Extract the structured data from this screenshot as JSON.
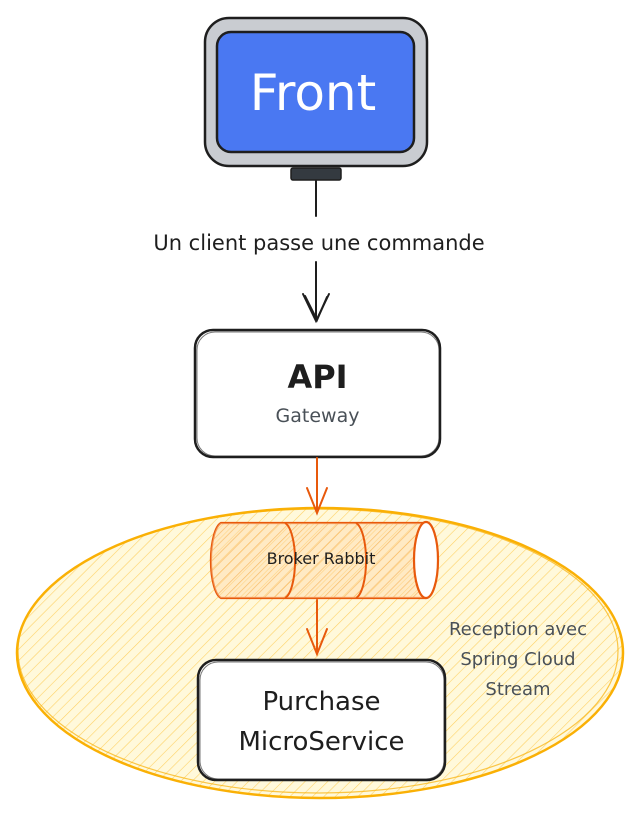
{
  "nodes": {
    "front": {
      "label": "Front"
    },
    "api": {
      "title": "API",
      "subtitle": "Gateway"
    },
    "broker": {
      "label": "Broker Rabbit"
    },
    "purchase": {
      "label": "Purchase\nMicroService"
    },
    "reception": {
      "label": "Reception avec\nSpring Cloud\nStream"
    }
  },
  "edges": {
    "front_to_api": {
      "label": "Un client passe une commande"
    }
  },
  "colors": {
    "front_screen": "#4a78f2",
    "front_bezel": "#c9ccd1",
    "front_stand": "#343a40",
    "stroke": "#1e1e1e",
    "orange": "#f08c00",
    "orange_stroke": "#e8590c",
    "yellow_fill": "#fff9db",
    "yellow_stroke": "#fab005",
    "gray_text": "#495057"
  },
  "icons": {
    "front": "monitor-icon",
    "broker": "cylinder-queue-icon"
  }
}
